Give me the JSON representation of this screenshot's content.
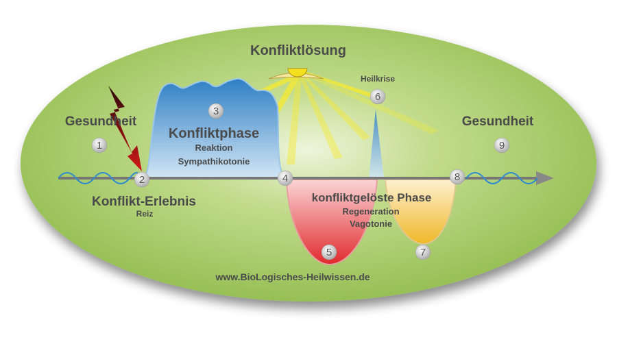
{
  "title": "Konfliktlösung",
  "labels": {
    "health_left": "Gesundheit",
    "health_right": "Gesundheit",
    "conflict_event": "Konflikt-Erlebnis",
    "conflict_event_sub": "Reiz",
    "conflict_phase": "Konfliktphase",
    "conflict_phase_sub1": "Reaktion",
    "conflict_phase_sub2": "Sympathikotonie",
    "resolved_phase": "konfliktgelöste Phase",
    "resolved_phase_sub1": "Regeneration",
    "resolved_phase_sub2": "Vagotonie",
    "healing_crisis": "Heilkrise",
    "website": "www.BioLogisches-Heilwissen.de"
  },
  "markers": [
    "1",
    "2",
    "3",
    "4",
    "5",
    "6",
    "7",
    "8",
    "9"
  ],
  "colors": {
    "background": "#9cc25a",
    "conflict_phase": "#3f8fcf",
    "resolved_red": "#e8474a",
    "resolved_yellow": "#f2c040",
    "sun": "#f5e020",
    "text": "#4a4a4a"
  }
}
